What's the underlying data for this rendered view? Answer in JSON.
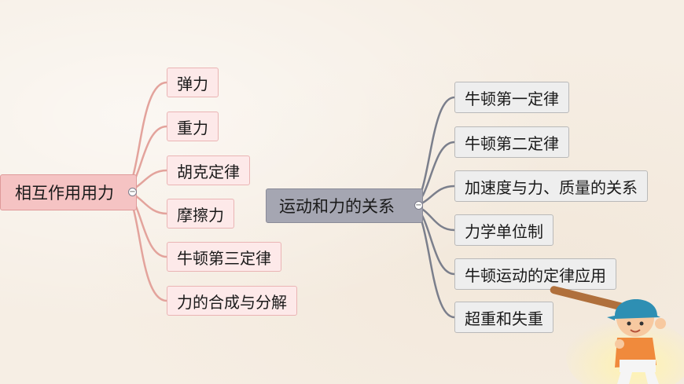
{
  "left_root": {
    "label": "相互作用用力"
  },
  "left_children": [
    {
      "label": "弹力"
    },
    {
      "label": "重力"
    },
    {
      "label": "胡克定律"
    },
    {
      "label": "摩擦力"
    },
    {
      "label": "牛顿第三定律"
    },
    {
      "label": "力的合成与分解"
    }
  ],
  "center_root": {
    "label": "运动和力的关系"
  },
  "right_children": [
    {
      "label": "牛顿第一定律"
    },
    {
      "label": "牛顿第二定律"
    },
    {
      "label": "加速度与力、质量的关系"
    },
    {
      "label": "力学单位制"
    },
    {
      "label": "牛顿运动的定律应用"
    },
    {
      "label": "超重和失重"
    }
  ],
  "collapse_symbol": "−",
  "colors": {
    "left_branch": "#e3a39c",
    "right_branch": "#7b7f8c",
    "left_leaf_bg": "#fde9e9",
    "right_leaf_bg": "#eeeeee"
  }
}
